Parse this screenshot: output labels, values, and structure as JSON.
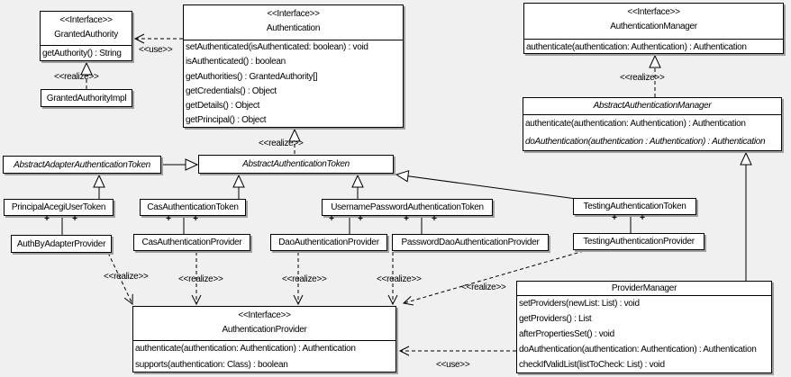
{
  "labels": {
    "use": "<<use>>",
    "realize": "<<realize>>",
    "plus": "+"
  },
  "colors": {
    "background": "#f0f0f0",
    "box_fill": "#ffffff",
    "border": "#000000",
    "shadow": "#a0a0a0"
  },
  "classes": {
    "granted_authority": {
      "stereotype": "<<Interface>>",
      "name": "GrantedAuthority",
      "methods": [
        "getAuthority() : String"
      ]
    },
    "granted_authority_impl": {
      "name": "GrantedAuthorityImpl"
    },
    "authentication": {
      "stereotype": "<<Interface>>",
      "name": "Authentication",
      "methods": [
        "setAuthenticated(isAuthenticated: boolean) : void",
        "isAuthenticated() : boolean",
        "getAuthorities() : GrantedAuthority[]",
        "getCredentials() : Object",
        "getDetails() : Object",
        "getPrincipal() : Object"
      ]
    },
    "authentication_manager": {
      "stereotype": "<<Interface>>",
      "name": "AuthenticationManager",
      "methods": [
        "authenticate(authentication: Authentication) : Authentication"
      ]
    },
    "abstract_authentication_manager": {
      "name": "AbstractAuthenticationManager",
      "abstract": true,
      "methods": [
        "authenticate(authentication: Authentication) : Authentication",
        "doAuthentication(authentication : Authentication) : Authentication"
      ]
    },
    "abstract_adapter_authentication_token": {
      "name": "AbstractAdapterAuthenticationToken",
      "abstract": true
    },
    "abstract_authentication_token": {
      "name": "AbstractAuthenticationToken",
      "abstract": true
    },
    "principal_acegi_user_token": {
      "name": "PrincipalAcegiUserToken"
    },
    "cas_authentication_token": {
      "name": "CasAuthenticationToken"
    },
    "username_password_authentication_token": {
      "name": "UsernamePasswordAuthenticationToken"
    },
    "testing_authentication_token": {
      "name": "TestingAuthenticationToken"
    },
    "auth_by_adapter_provider": {
      "name": "AuthByAdapterProvider"
    },
    "cas_authentication_provider": {
      "name": "CasAuthenticationProvider"
    },
    "dao_authentication_provider": {
      "name": "DaoAuthenticationProvider"
    },
    "password_dao_authentication_provider": {
      "name": "PasswordDaoAuthenticationProvider"
    },
    "testing_authentication_provider": {
      "name": "TestingAuthenticationProvider"
    },
    "authentication_provider": {
      "stereotype": "<<Interface>>",
      "name": "AuthenticationProvider",
      "methods": [
        "authenticate(authentication: Authentication) : Authentication",
        "supports(authentication: Class) : boolean"
      ]
    },
    "provider_manager": {
      "name": "ProviderManager",
      "methods": [
        "setProviders(newList: List) : void",
        "getProviders() : List",
        "afterPropertiesSet() : void",
        "doAuthentication(authentication: Authentication) : Authentication",
        "checkIfValidList(listToCheck: List) : void"
      ]
    }
  },
  "relationships": [
    {
      "from": "Authentication",
      "to": "GrantedAuthority",
      "type": "dependency",
      "label": "<<use>>"
    },
    {
      "from": "GrantedAuthorityImpl",
      "to": "GrantedAuthority",
      "type": "realization",
      "label": "<<realize>>"
    },
    {
      "from": "AbstractAuthenticationToken",
      "to": "Authentication",
      "type": "realization",
      "label": "<<realize>>"
    },
    {
      "from": "AbstractAuthenticationManager",
      "to": "AuthenticationManager",
      "type": "realization",
      "label": "<<realize>>"
    },
    {
      "from": "AbstractAdapterAuthenticationToken",
      "to": "AbstractAuthenticationToken",
      "type": "generalization"
    },
    {
      "from": "PrincipalAcegiUserToken",
      "to": "AbstractAdapterAuthenticationToken",
      "type": "generalization"
    },
    {
      "from": "CasAuthenticationToken",
      "to": "AbstractAuthenticationToken",
      "type": "generalization"
    },
    {
      "from": "UsernamePasswordAuthenticationToken",
      "to": "AbstractAuthenticationToken",
      "type": "generalization"
    },
    {
      "from": "TestingAuthenticationToken",
      "to": "AbstractAuthenticationToken",
      "type": "generalization"
    },
    {
      "from": "ProviderManager",
      "to": "AbstractAuthenticationManager",
      "type": "generalization"
    },
    {
      "from": "PrincipalAcegiUserToken",
      "to": "AuthByAdapterProvider",
      "type": "association",
      "end_labels": [
        "+",
        "+"
      ]
    },
    {
      "from": "CasAuthenticationToken",
      "to": "CasAuthenticationProvider",
      "type": "association",
      "end_labels": [
        "+",
        "+"
      ]
    },
    {
      "from": "UsernamePasswordAuthenticationToken",
      "to": "DaoAuthenticationProvider",
      "type": "association",
      "end_labels": [
        "+",
        "+"
      ]
    },
    {
      "from": "UsernamePasswordAuthenticationToken",
      "to": "PasswordDaoAuthenticationProvider",
      "type": "association",
      "end_labels": [
        "+",
        "+"
      ]
    },
    {
      "from": "TestingAuthenticationToken",
      "to": "TestingAuthenticationProvider",
      "type": "association",
      "end_labels": [
        "+",
        "+"
      ]
    },
    {
      "from": "AuthByAdapterProvider",
      "to": "AuthenticationProvider",
      "type": "realization",
      "label": "<<realize>>"
    },
    {
      "from": "CasAuthenticationProvider",
      "to": "AuthenticationProvider",
      "type": "realization",
      "label": "<<realize>>"
    },
    {
      "from": "DaoAuthenticationProvider",
      "to": "AuthenticationProvider",
      "type": "realization",
      "label": "<<realize>>"
    },
    {
      "from": "PasswordDaoAuthenticationProvider",
      "to": "AuthenticationProvider",
      "type": "realization",
      "label": "<<realize>>"
    },
    {
      "from": "TestingAuthenticationProvider",
      "to": "AuthenticationProvider",
      "type": "realization",
      "label": "<<realize>>"
    },
    {
      "from": "ProviderManager",
      "to": "AuthenticationProvider",
      "type": "dependency",
      "label": "<<use>>"
    }
  ]
}
